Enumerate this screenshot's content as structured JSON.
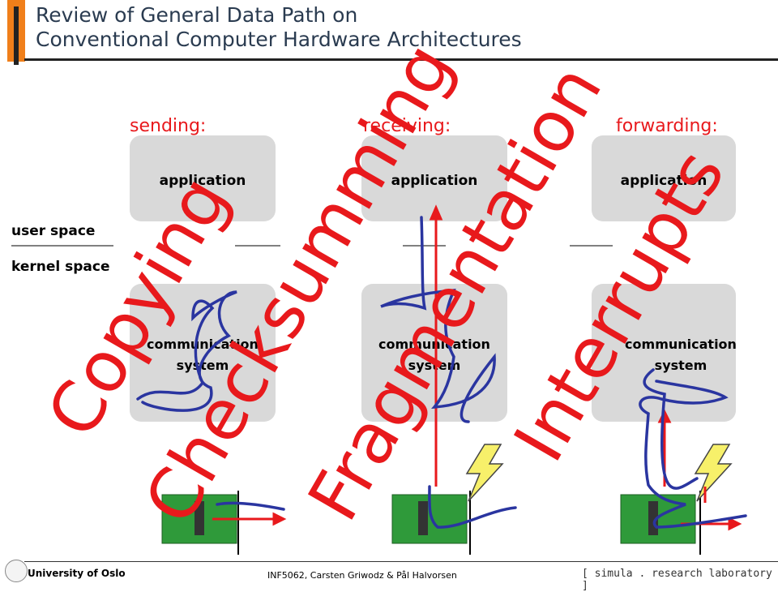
{
  "slide": {
    "title_line1": "Review of General Data Path on",
    "title_line2": "Conventional Computer Hardware Architectures"
  },
  "columns": [
    {
      "heading": "sending:",
      "app_label": "application",
      "comm_label_1": "communication",
      "comm_label_2": "system"
    },
    {
      "heading": "receiving:",
      "app_label": "application",
      "comm_label_1": "communication",
      "comm_label_2": "system"
    },
    {
      "heading": "forwarding:",
      "app_label": "application",
      "comm_label_1": "communication",
      "comm_label_2": "system"
    }
  ],
  "left_labels": {
    "user_space": "user space",
    "kernel_space": "kernel space"
  },
  "overlay_words": [
    "Copying",
    "Checksumming",
    "Fragmentation",
    "Interrupts"
  ],
  "colors": {
    "accent": "#f07f1a",
    "overlay_red": "#e8191c",
    "box_gray": "#d9d9d9",
    "scribble_blue": "#2a35a0",
    "title_text": "#2a3b50"
  },
  "footer": {
    "university": "University of Oslo",
    "course": "INF5062, Carsten Griwodz & Pål Halvorsen",
    "lab": "[ simula . research laboratory ]"
  }
}
